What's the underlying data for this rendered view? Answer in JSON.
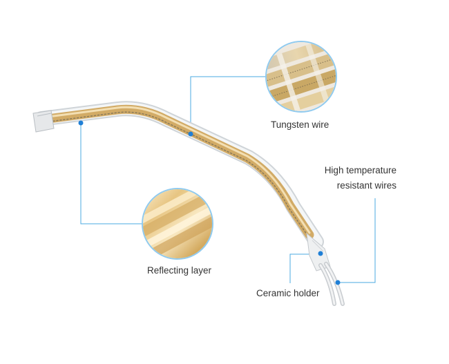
{
  "colors": {
    "leader_line": "#4aa8e0",
    "marker_dot": "#1f7fd6",
    "gold": "#d9b46a",
    "gold_light": "#f2dcae",
    "glass": "#d9dde0"
  },
  "labels": {
    "tungsten_wire": "Tungsten wire",
    "high_temp_line1": "High temperature",
    "high_temp_line2": "resistant wires",
    "reflecting_layer": "Reflecting layer",
    "ceramic_holder": "Ceramic holder"
  }
}
